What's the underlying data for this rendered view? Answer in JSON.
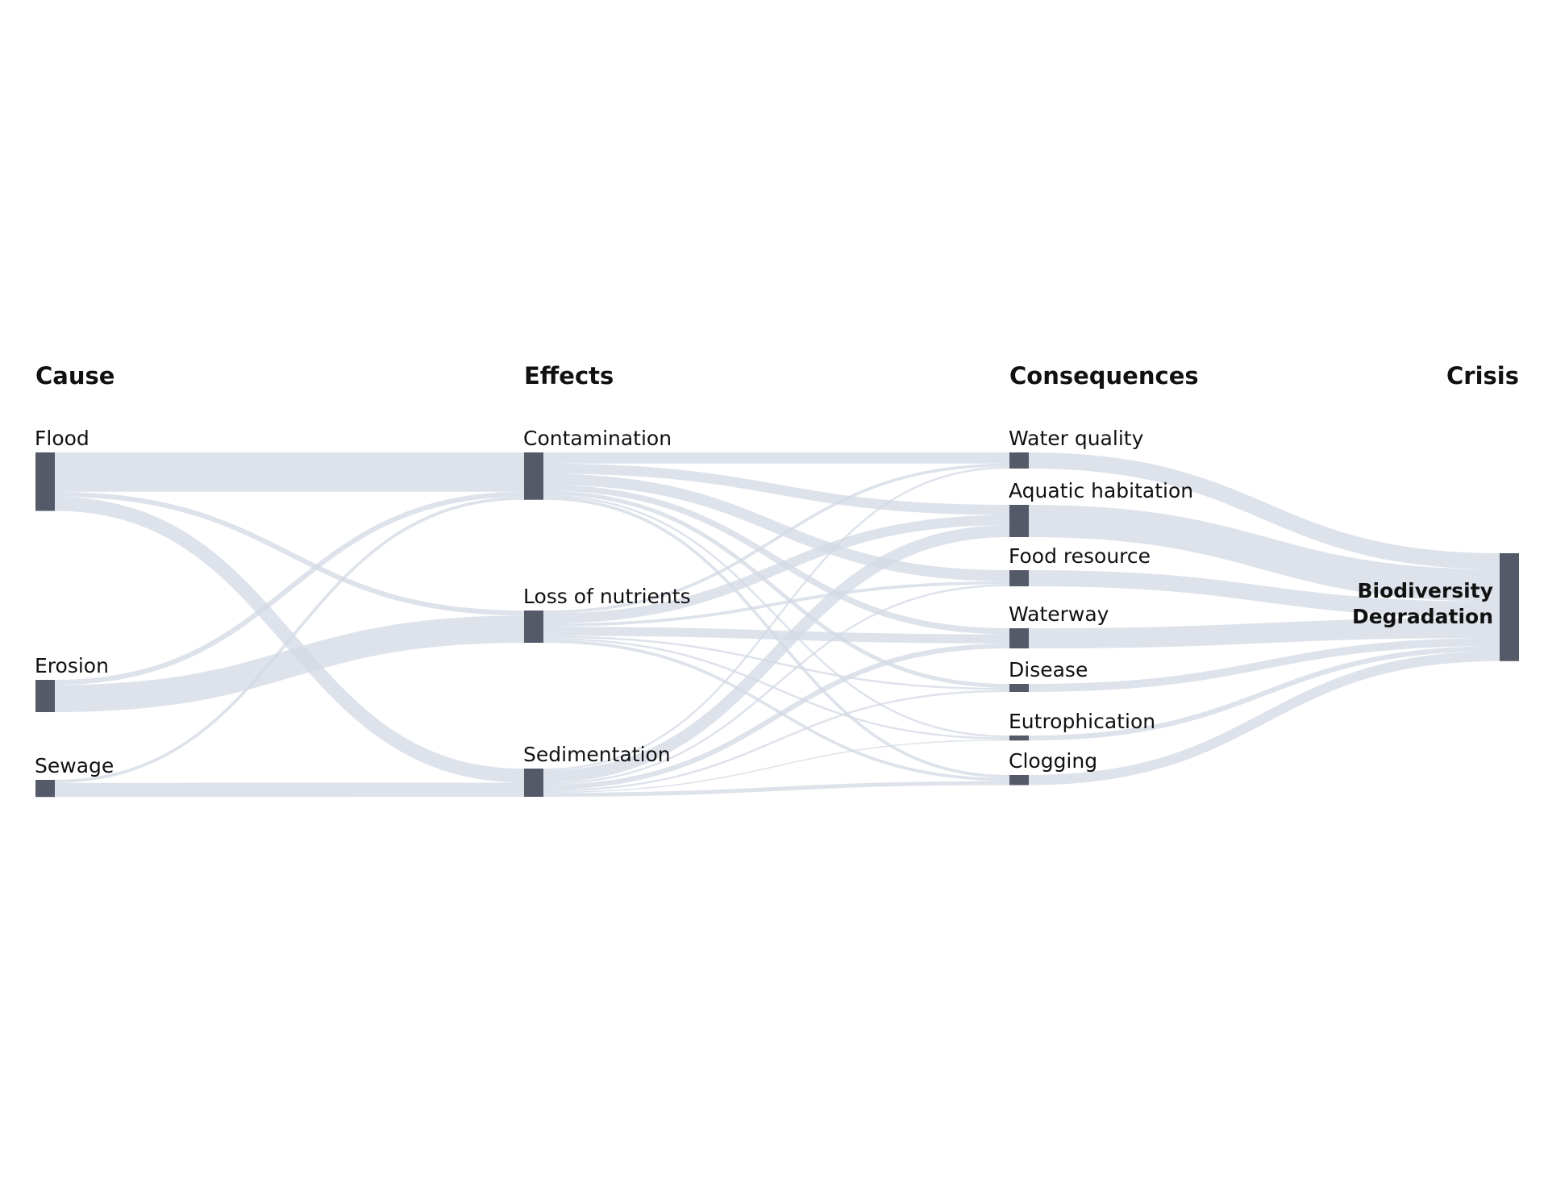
{
  "headers": {
    "cause": "Cause",
    "effects": "Effects",
    "consequences": "Consequences",
    "crisis": "Crisis"
  },
  "nodes": [
    {
      "id": "flood",
      "label": "Flood",
      "stage": "cause"
    },
    {
      "id": "erosion",
      "label": "Erosion",
      "stage": "cause"
    },
    {
      "id": "sewage",
      "label": "Sewage",
      "stage": "cause"
    },
    {
      "id": "contamination",
      "label": "Contamination",
      "stage": "effects"
    },
    {
      "id": "loss",
      "label": "Loss of nutrients",
      "stage": "effects"
    },
    {
      "id": "sedimentation",
      "label": "Sedimentation",
      "stage": "effects"
    },
    {
      "id": "water",
      "label": "Water quality",
      "stage": "consequences"
    },
    {
      "id": "aquatic",
      "label": "Aquatic habitation",
      "stage": "consequences"
    },
    {
      "id": "food",
      "label": "Food resource",
      "stage": "consequences"
    },
    {
      "id": "waterway",
      "label": "Waterway",
      "stage": "consequences"
    },
    {
      "id": "disease",
      "label": "Disease",
      "stage": "consequences"
    },
    {
      "id": "eutrophication",
      "label": "Eutrophication",
      "stage": "consequences"
    },
    {
      "id": "clogging",
      "label": "Clogging",
      "stage": "consequences"
    },
    {
      "id": "biodiversity",
      "label": "Biodiversity\nDegradation",
      "stage": "crisis"
    }
  ],
  "links": [
    {
      "source": "flood",
      "target": "contamination",
      "value": 39
    },
    {
      "source": "flood",
      "target": "loss",
      "value": 5
    },
    {
      "source": "flood",
      "target": "sedimentation",
      "value": 14
    },
    {
      "source": "erosion",
      "target": "contamination",
      "value": 5
    },
    {
      "source": "erosion",
      "target": "loss",
      "value": 27
    },
    {
      "source": "sewage",
      "target": "contamination",
      "value": 3
    },
    {
      "source": "sewage",
      "target": "sedimentation",
      "value": 14
    },
    {
      "source": "contamination",
      "target": "water",
      "value": 11
    },
    {
      "source": "contamination",
      "target": "aquatic",
      "value": 10
    },
    {
      "source": "contamination",
      "target": "food",
      "value": 11
    },
    {
      "source": "contamination",
      "target": "waterway",
      "value": 6
    },
    {
      "source": "contamination",
      "target": "disease",
      "value": 4
    },
    {
      "source": "contamination",
      "target": "eutrophication",
      "value": 2
    },
    {
      "source": "contamination",
      "target": "clogging",
      "value": 3
    },
    {
      "source": "loss",
      "target": "water",
      "value": 3
    },
    {
      "source": "loss",
      "target": "aquatic",
      "value": 10
    },
    {
      "source": "loss",
      "target": "food",
      "value": 3
    },
    {
      "source": "loss",
      "target": "waterway",
      "value": 9
    },
    {
      "source": "loss",
      "target": "disease",
      "value": 2
    },
    {
      "source": "loss",
      "target": "eutrophication",
      "value": 2
    },
    {
      "source": "loss",
      "target": "clogging",
      "value": 3
    },
    {
      "source": "sedimentation",
      "target": "water",
      "value": 2
    },
    {
      "source": "sedimentation",
      "target": "aquatic",
      "value": 12
    },
    {
      "source": "sedimentation",
      "target": "food",
      "value": 2
    },
    {
      "source": "sedimentation",
      "target": "waterway",
      "value": 5
    },
    {
      "source": "sedimentation",
      "target": "disease",
      "value": 2
    },
    {
      "source": "sedimentation",
      "target": "eutrophication",
      "value": 1
    },
    {
      "source": "sedimentation",
      "target": "clogging",
      "value": 4
    },
    {
      "source": "water",
      "target": "biodiversity",
      "value": 16
    },
    {
      "source": "aquatic",
      "target": "biodiversity",
      "value": 32
    },
    {
      "source": "food",
      "target": "biodiversity",
      "value": 16
    },
    {
      "source": "waterway",
      "target": "biodiversity",
      "value": 20
    },
    {
      "source": "disease",
      "target": "biodiversity",
      "value": 8
    },
    {
      "source": "eutrophication",
      "target": "biodiversity",
      "value": 5
    },
    {
      "source": "clogging",
      "target": "biodiversity",
      "value": 10
    }
  ],
  "colors": {
    "node": "#555a69",
    "link": "#d3dae4",
    "text": "#111111"
  }
}
